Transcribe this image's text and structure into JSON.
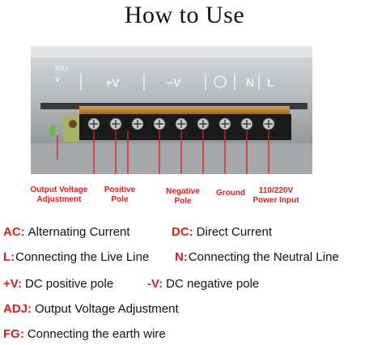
{
  "title": "How to Use",
  "device": {
    "panel_labels": [
      "ADJ",
      "V",
      "+V",
      "−V",
      "N",
      "L"
    ],
    "colors": {
      "label_red": "#d7201b",
      "metal": "#b9bcbf",
      "terminal_black": "#1b1b1b",
      "brass": "#b8843c"
    }
  },
  "callouts": {
    "output_adj": "Output Voltage\nAdjustment",
    "positive": "Positive\nPole",
    "negative": "Negative\nPole",
    "ground": "Ground",
    "power": "110/220V\nPower Input"
  },
  "legend": {
    "ac_key": "AC:",
    "ac_text": "Alternating Current",
    "dc_key": "DC:",
    "dc_text": "Direct Current",
    "l_key": "L:",
    "l_text": "Connecting the Live Line",
    "n_key": "N:",
    "n_text": "Connecting the Neutral Line",
    "pv_key": "+V:",
    "pv_text": "DC positive pole",
    "nv_key": "-V:",
    "nv_text": "DC negative pole",
    "adj_key": "ADJ:",
    "adj_text": "Output Voltage Adjustment",
    "fg_key": "FG:",
    "fg_text": "Connecting the earth wire"
  }
}
